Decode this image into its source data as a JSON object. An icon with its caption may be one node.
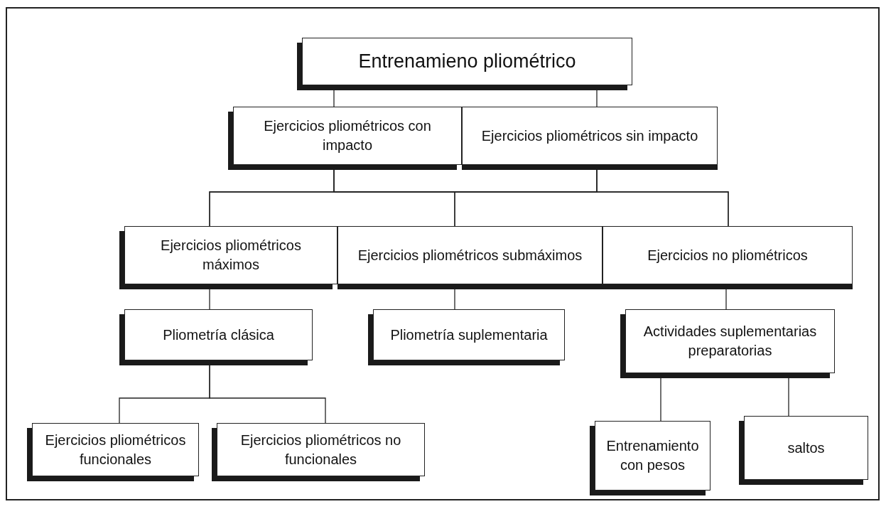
{
  "diagram": {
    "nodes": [
      {
        "text": [
          "Entrenamieno pliométrico"
        ]
      },
      {
        "text": [
          "Ejercicios pliométricos con impacto"
        ]
      },
      {
        "text": [
          "Ejercicios pliométricos sin impacto"
        ]
      },
      {
        "text": [
          "Ejercicios pliométricos máximos"
        ]
      },
      {
        "text": [
          "Ejercicios pliométricos submáximos"
        ]
      },
      {
        "text": [
          "Ejercicios no pliométricos"
        ]
      },
      {
        "text": [
          "Pliometría clásica"
        ]
      },
      {
        "text": [
          "Pliometría suplementaria"
        ]
      },
      {
        "text": [
          "Actividades suplementarias preparatorias"
        ]
      },
      {
        "text": [
          "Ejercicios pliométricos funcionales"
        ]
      },
      {
        "text": [
          "Ejercicios pliométricos no funcionales"
        ]
      },
      {
        "text": [
          "Entrenamiento con pesos"
        ]
      },
      {
        "text": [
          "saltos"
        ]
      }
    ],
    "edges": [
      {
        "from": 0,
        "to": 1,
        "arrow": "none"
      },
      {
        "from": 0,
        "to": 2,
        "arrow": "none"
      },
      {
        "from": 1,
        "to": 3,
        "arrow": "none"
      },
      {
        "from": 1,
        "to": 4,
        "arrow": "none"
      },
      {
        "from": 1,
        "to": 5,
        "arrow": "none"
      },
      {
        "from": 2,
        "to": 3,
        "arrow": "none"
      },
      {
        "from": 2,
        "to": 4,
        "arrow": "none"
      },
      {
        "from": 2,
        "to": 5,
        "arrow": "none"
      },
      {
        "from": 3,
        "to": 6,
        "arrow": "none"
      },
      {
        "from": 4,
        "to": 7,
        "arrow": "none"
      },
      {
        "from": 5,
        "to": 8,
        "arrow": "none"
      },
      {
        "from": 6,
        "to": 9,
        "arrow": "none"
      },
      {
        "from": 6,
        "to": 10,
        "arrow": "none"
      },
      {
        "from": 8,
        "to": 11,
        "arrow": "none"
      },
      {
        "from": 8,
        "to": 12,
        "arrow": "none"
      }
    ]
  }
}
